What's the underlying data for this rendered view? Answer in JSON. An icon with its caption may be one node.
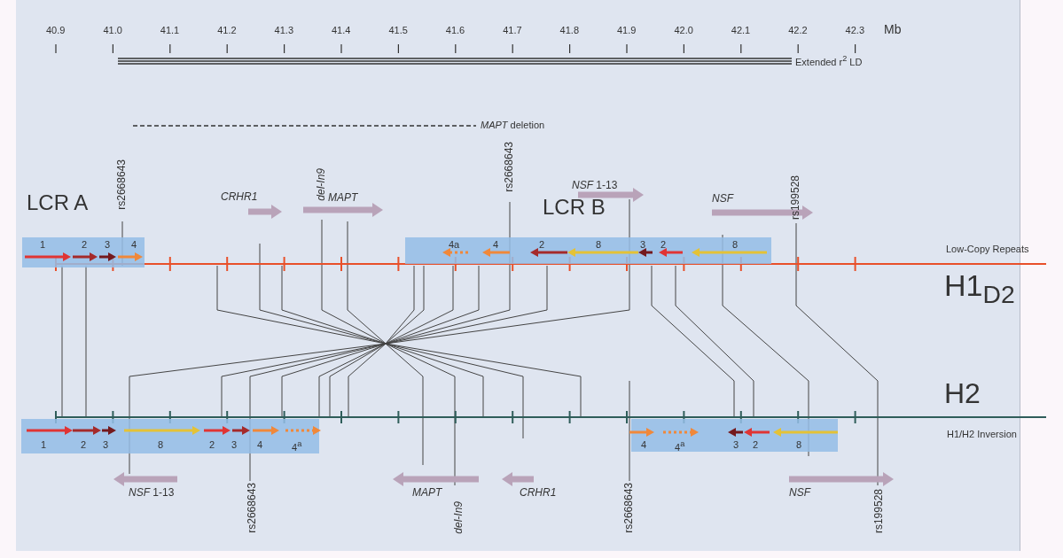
{
  "diagram": {
    "nodes": [
      {
        "text": [
          "LCR A",
          "1",
          "2",
          "3",
          "4"
        ]
      },
      {
        "text": [
          "LCR B",
          "4a",
          "4",
          "2",
          "8",
          "3",
          "2",
          "8"
        ]
      },
      {
        "text": [
          "1",
          "2",
          "3",
          "8",
          "2",
          "3",
          "4",
          "4$^{a}$"
        ]
      },
      {
        "text": [
          "4",
          "4$^{a}$",
          "3",
          "2",
          "8"
        ]
      },
      {
        "text": [
          "CRHR1"
        ]
      },
      {
        "text": [
          "MAPT"
        ]
      },
      {
        "text": [
          "*NSF* 1-13"
        ]
      },
      {
        "text": [
          "NSF"
        ]
      },
      {
        "text": [
          "*NSF* 1-13"
        ]
      },
      {
        "text": [
          "MAPT"
        ]
      },
      {
        "text": [
          "CRHR1"
        ]
      },
      {
        "text": [
          "NSF"
        ]
      }
    ],
    "labels": [
      "40.9",
      "41.0",
      "41.1",
      "41.2",
      "41.3",
      "41.4",
      "41.5",
      "41.6",
      "41.7",
      "41.8",
      "41.9",
      "42.0",
      "42.1",
      "42.2",
      "42.3",
      "Mb",
      "Extended r$^{2}$ LD",
      "*MAPT* deletion",
      "rs2668643",
      "del-In9",
      "rs2668643",
      "rs199528",
      "Low-Copy Repeats",
      "H1$_{D2}$",
      "H2",
      "H1/H2 Inversion",
      "rs2668643",
      "del-In9",
      "rs2668643",
      "rs199528"
    ]
  }
}
